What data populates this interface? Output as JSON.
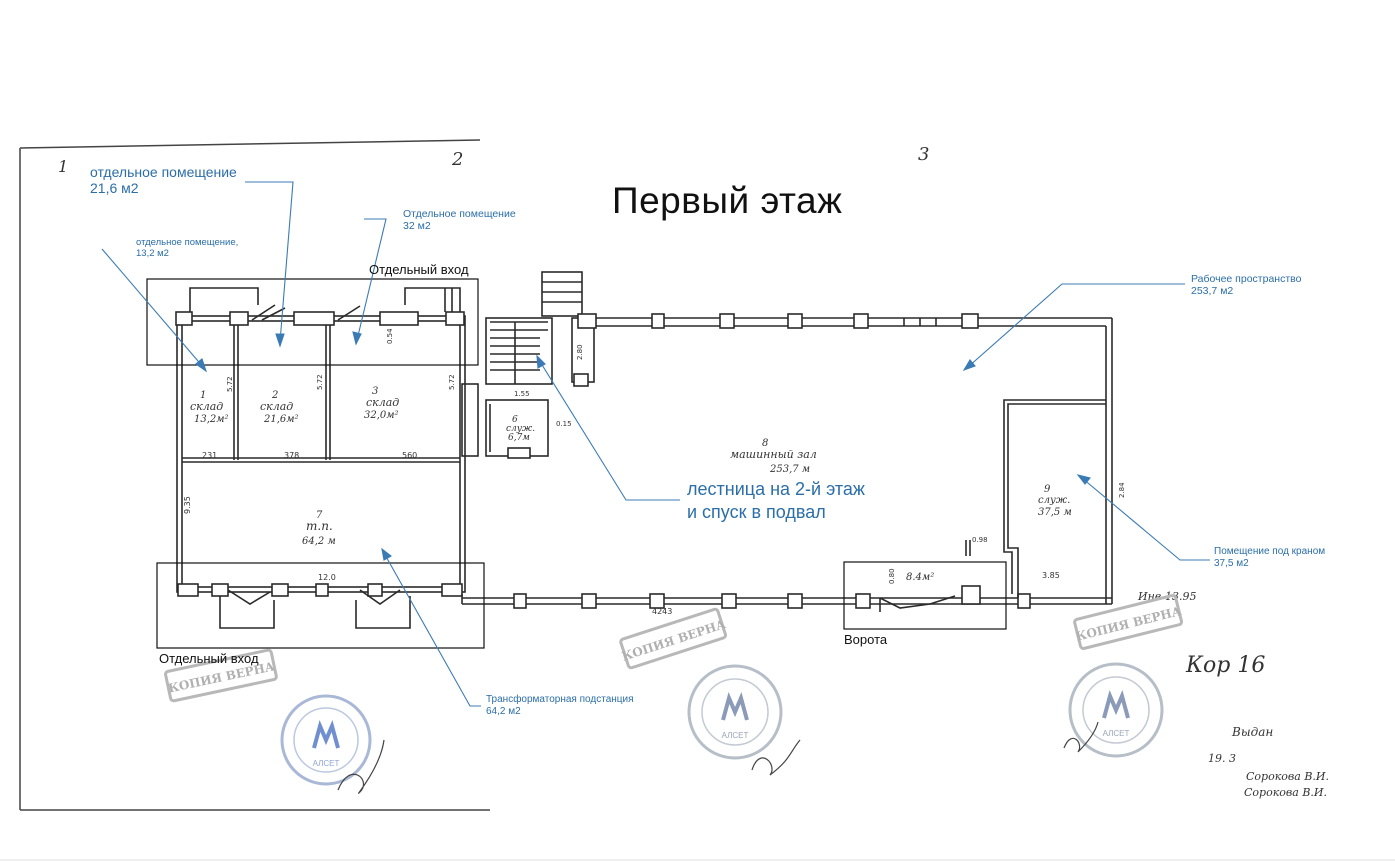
{
  "title": "Первый этаж",
  "annotations": {
    "room_21_6": {
      "line1": "отдельное помещение",
      "line2": "21,6 м2"
    },
    "room_32": {
      "line1": "Отдельное помещение",
      "line2": "32 м2"
    },
    "room_13_2": {
      "line1": "отдельное помещение,",
      "line2": "13,2 м2"
    },
    "workspace": {
      "line1": "Рабочее пространство",
      "line2": "253,7 м2"
    },
    "stairs": {
      "line1": "лестница на 2-й этаж",
      "line2": "и спуск в подвал"
    },
    "crane_room": {
      "line1": "Помещение под краном",
      "line2": "37,5 м2"
    },
    "substation": {
      "line1": "Трансформаторная подстанция",
      "line2": "64,2 м2"
    }
  },
  "labels": {
    "separate_entrance_top": "Отдельный вход",
    "separate_entrance_bottom": "Отдельный вход",
    "gate": "Ворота"
  },
  "handwritten": {
    "axis_1": "1",
    "axis_2": "2",
    "axis_3": "3",
    "room1": [
      "1",
      "склад",
      "13,2м²"
    ],
    "room2": [
      "2",
      "склад",
      "21,6м²"
    ],
    "room3": [
      "3",
      "склад",
      "32,0м²"
    ],
    "room6": [
      "6",
      "служ.",
      "6,7м"
    ],
    "room7": [
      "7",
      "т.п.",
      "64,2 м"
    ],
    "room8": [
      "8",
      "машинный зал",
      "253,7 м"
    ],
    "room9": [
      "9",
      "служ.",
      "37,5 м"
    ],
    "gate_note": "8.4м²",
    "dims": {
      "d231": "231",
      "d378": "378",
      "d560": "560",
      "d120": "12.0",
      "d4243": "4243",
      "d935": "9.35",
      "d572a": "5.72",
      "d572b": "5.72",
      "d572c": "5.72",
      "d054": "0.54",
      "d280": "2.80",
      "d385": "3.85",
      "d284": "2.84",
      "d155": "1.55",
      "d015": "0.15",
      "d098": "0.98",
      "d080": "0.80",
      "inv": "Инв-13.95"
    },
    "kor": "Кор 16",
    "sign1": "Выдан",
    "sign2": "19.    3",
    "sign3": "Сорокова В.И.",
    "sign4": "Сорокова В.И."
  },
  "stamps": {
    "copy_text": "КОПИЯ ВЕРНА",
    "seal_text": "АЛСЕТ"
  }
}
